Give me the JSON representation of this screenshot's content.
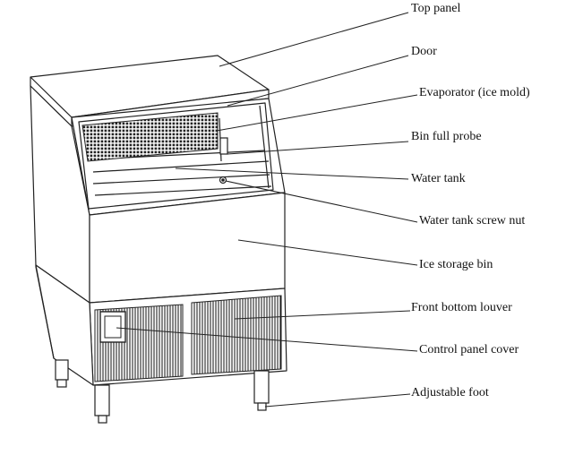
{
  "labels": [
    {
      "id": "top-panel",
      "text": "Top panel"
    },
    {
      "id": "door",
      "text": "Door"
    },
    {
      "id": "evaporator",
      "text": "Evaporator (ice mold)"
    },
    {
      "id": "bin-full-probe",
      "text": "Bin full probe"
    },
    {
      "id": "water-tank",
      "text": "Water tank"
    },
    {
      "id": "water-tank-screw-nut",
      "text": "Water tank screw nut"
    },
    {
      "id": "ice-storage-bin",
      "text": "Ice storage bin"
    },
    {
      "id": "front-bottom-louver",
      "text": "Front bottom louver"
    },
    {
      "id": "control-panel-cover",
      "text": "Control panel cover"
    },
    {
      "id": "adjustable-foot",
      "text": "Adjustable foot"
    }
  ],
  "colors": {
    "line": "#222222",
    "text": "#111111",
    "background": "#ffffff"
  }
}
